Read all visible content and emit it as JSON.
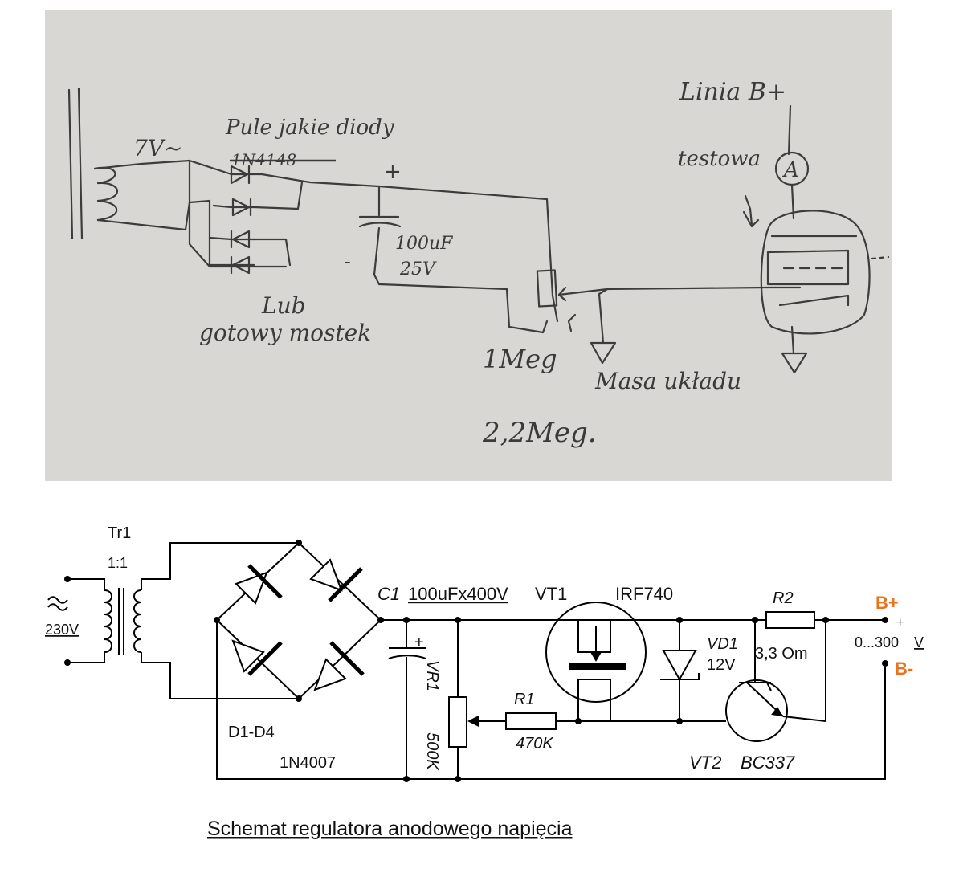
{
  "photo": {
    "paper_color": "#d8d7d3",
    "labels": {
      "source_voltage": "7V~",
      "diodes_note": "Pule jakie diody",
      "crossed_part": "1N4148",
      "plus_sign": "+",
      "minus_sign": "-",
      "capacitor_value": "100uF",
      "capacitor_voltage": "25V",
      "bridge_alt_line1": "Lub",
      "bridge_alt_line2": "gotowy mostek",
      "pot_value_1": "1Meg",
      "pot_value_2": "2,2Meg.",
      "ground_label": "Masa układu",
      "b_plus_line": "Linia B+",
      "tested_label": "testowa",
      "ammeter": "A"
    }
  },
  "schematic": {
    "transformer": {
      "name": "Tr1",
      "ratio": "1:1",
      "input": "230V"
    },
    "bridge": {
      "name": "D1-D4",
      "part": "1N4007"
    },
    "capacitor": {
      "name": "C1",
      "value": "100uFx400V",
      "plus": "+"
    },
    "mosfet": {
      "name": "VT1",
      "part": "IRF740"
    },
    "pot": {
      "name": "VR1",
      "value": "500K"
    },
    "resistor1": {
      "name": "R1",
      "value": "470K"
    },
    "zener": {
      "name": "VD1",
      "value": "12V"
    },
    "resistor2": {
      "name": "R2",
      "value": "3,3 Om"
    },
    "transistor": {
      "name": "VT2",
      "part": "BC337"
    },
    "output": {
      "b_plus": "B+",
      "b_minus": "B-",
      "plus_sign": "+",
      "range": "0...300",
      "unit": "V"
    },
    "caption": "Schemat regulatora anodowego napięcia",
    "accent_color": "#e8731a"
  }
}
